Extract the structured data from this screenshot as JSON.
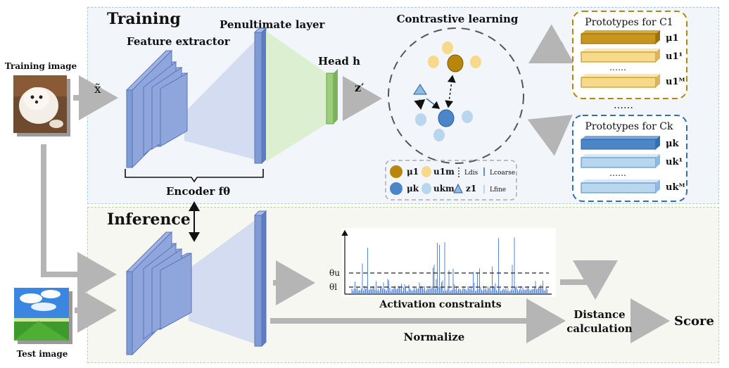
{
  "training": {
    "title": "Training",
    "feature_extractor": "Feature extractor",
    "penultimate_layer": "Penultimate layer",
    "head": "Head h",
    "z_prime": "z′",
    "x_tilde": "x̃",
    "encoder": "Encoder fθ",
    "training_image_label": "Training image",
    "contrastive_title": "Contrastive learning"
  },
  "prototypes": {
    "c1_title": "Prototypes for C1",
    "c1_labels": [
      "μ1",
      "u1¹",
      "u1ᴹ"
    ],
    "ck_title": "Prototypes for Ck",
    "ck_labels": [
      "μk",
      "uk¹",
      "ukᴹ"
    ],
    "ellipsis": "……"
  },
  "legend": {
    "mu1": "μ1",
    "u1m": "u1m",
    "ldis": "Ldis",
    "lcoarse": "Lcoarse",
    "muk": "μk",
    "ukm": "ukm",
    "z1": "z1",
    "lfine": "Lfine"
  },
  "inference": {
    "title": "Inference",
    "test_image_label": "Test image",
    "activation_constraints": "Activation constraints",
    "theta_u": "θu",
    "theta_l": "θl",
    "normalize": "Normalize",
    "distance_line1": "Distance",
    "distance_line2": "calculation",
    "score": "Score"
  },
  "colors": {
    "encoder_blue": "#7f9bd6",
    "gold": "#b8860b",
    "light_gold": "#f6d98a",
    "blue": "#4a86c8",
    "light_blue": "#b9d6ef",
    "head_green": "#9ccd7c",
    "arrow_gray": "#b5b5b5"
  }
}
